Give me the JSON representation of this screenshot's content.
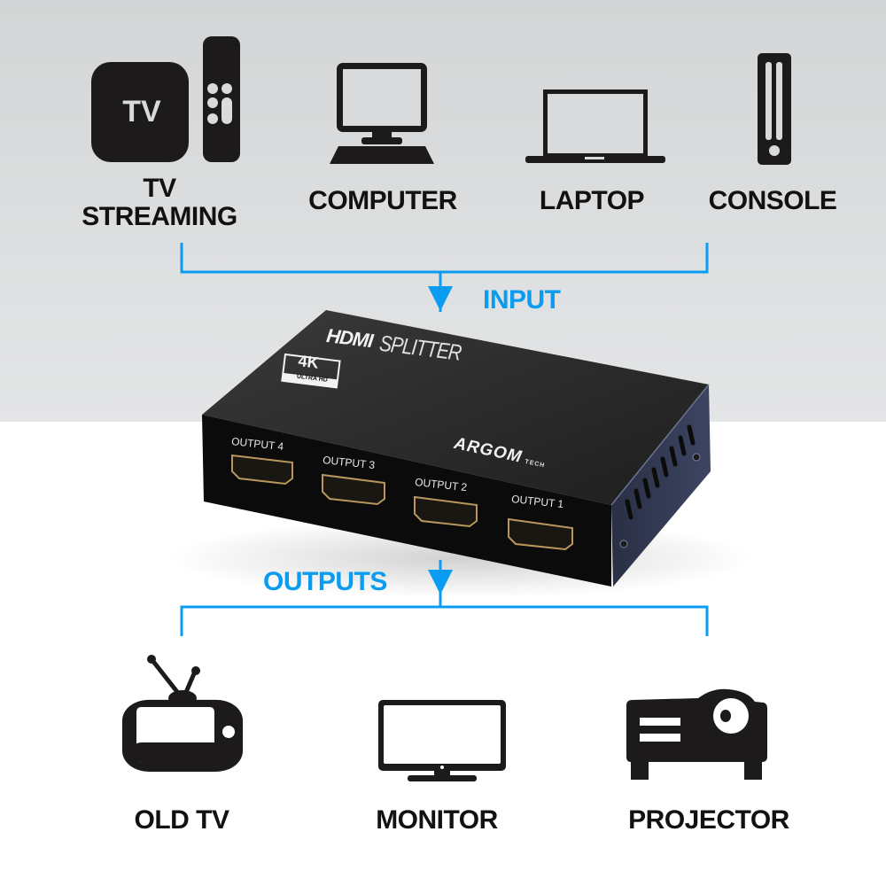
{
  "colors": {
    "accent_blue": "#0a9cf0",
    "icon_black": "#1c1a1a",
    "top_background": "#d8dadb",
    "bottom_background": "#ffffff",
    "device_body": "#141414"
  },
  "inputs": {
    "label": "INPUT",
    "devices": [
      {
        "icon": "tv-streaming-box-and-remote-icon",
        "label_line1": "TV",
        "label_line2": "STREAMING",
        "box_text": "TV"
      },
      {
        "icon": "desktop-computer-icon",
        "label": "COMPUTER"
      },
      {
        "icon": "laptop-icon",
        "label": "LAPTOP"
      },
      {
        "icon": "game-console-icon",
        "label": "CONSOLE"
      }
    ]
  },
  "device": {
    "title_bold": "HDMI",
    "title_light": "SPLITTER",
    "badge_main": "4K",
    "badge_sub": "ULTRA HD",
    "brand": "ARGOM",
    "brand_sub": "TECH",
    "ports": [
      {
        "label": "OUTPUT 4"
      },
      {
        "label": "OUTPUT 3"
      },
      {
        "label": "OUTPUT 2"
      },
      {
        "label": "OUTPUT 1"
      }
    ]
  },
  "outputs": {
    "label": "OUTPUTS",
    "devices": [
      {
        "icon": "old-tv-icon",
        "label": "OLD TV"
      },
      {
        "icon": "monitor-icon",
        "label": "MONITOR"
      },
      {
        "icon": "projector-icon",
        "label": "PROJECTOR"
      }
    ]
  }
}
